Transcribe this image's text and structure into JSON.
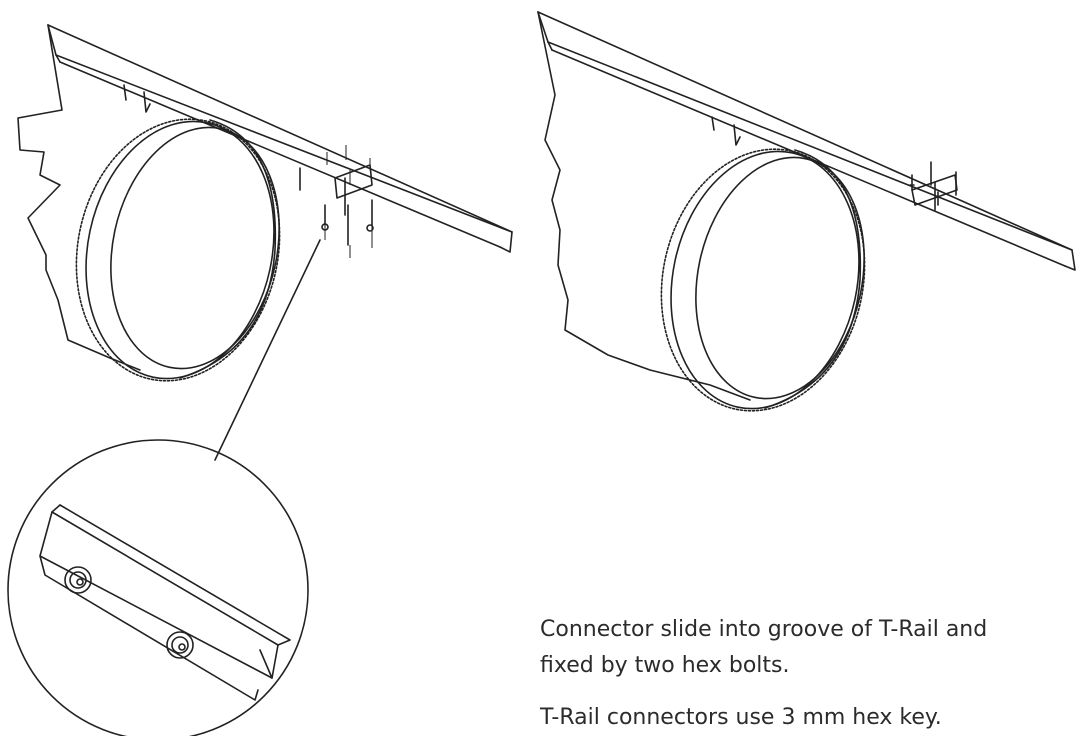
{
  "caption": {
    "line1": "Connector slide into groove of T-Rail and",
    "line2": "fixed by two hex bolts.",
    "line3": "T-Rail connectors use 3 mm hex key."
  },
  "colors": {
    "ink": "#222222",
    "text": "#2b2b2b",
    "background": "#ffffff"
  }
}
